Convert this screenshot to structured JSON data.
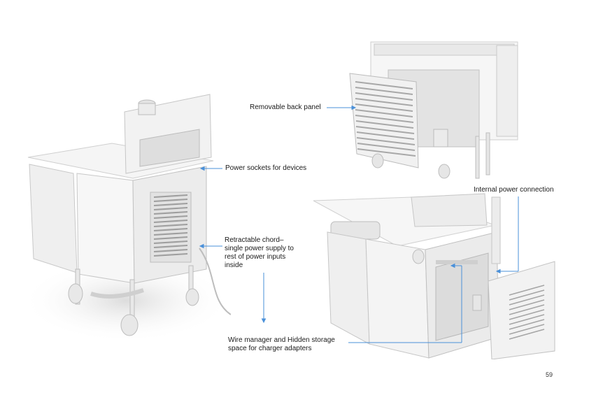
{
  "labels": {
    "back_panel": "Removable back panel",
    "power_sockets": "Power sockets for devices",
    "internal_power": "Internal power connection",
    "retractable": "Retractable chord–\nsingle power supply to\nrest of power inputs\ninside",
    "wire_manager": "Wire manager and Hidden storage\nspace for charger adapters"
  },
  "page_number": "59",
  "colors": {
    "leader": "#4a90d9",
    "body": "#f3f3f3",
    "shade": "#d6d6d6",
    "line": "#b9b9b9"
  }
}
